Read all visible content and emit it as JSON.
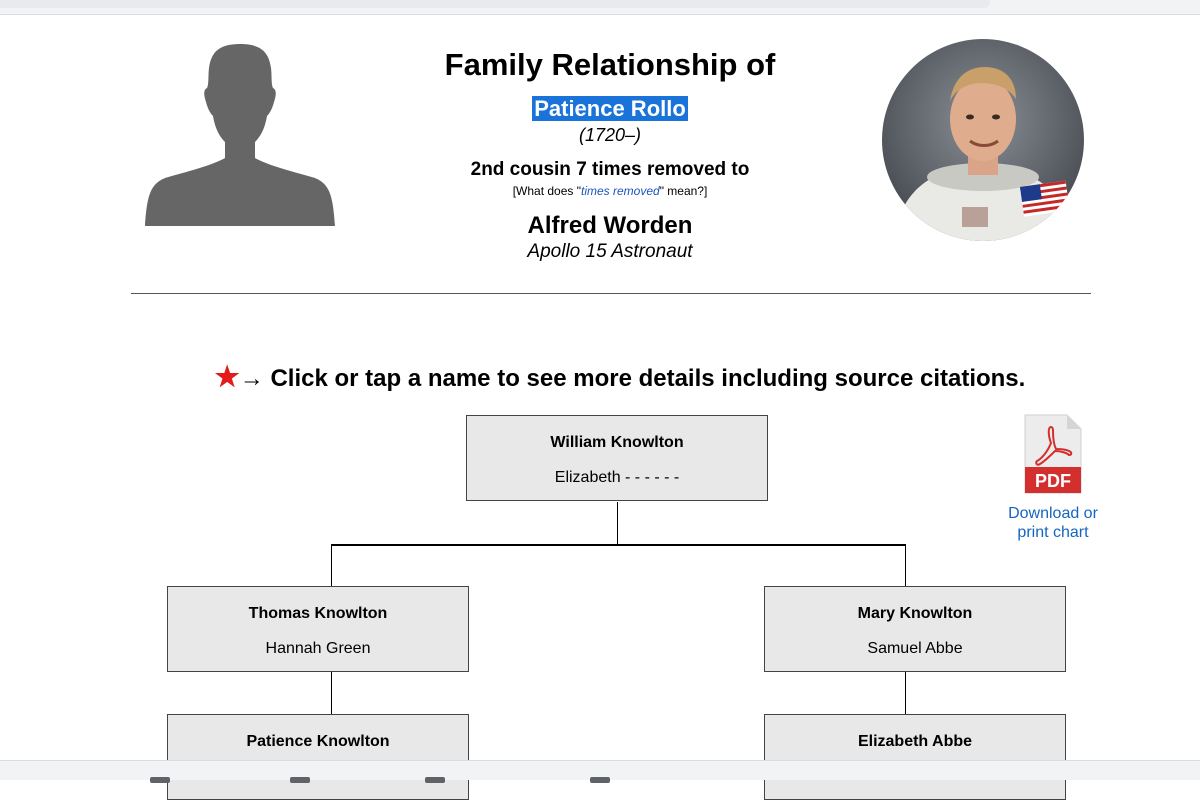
{
  "header": {
    "title": "Family Relationship of",
    "person1_name": "Patience Rollo",
    "person1_dates": "(1720–)",
    "relationship": "2nd cousin 7 times removed to",
    "help_prefix": "[What does \"",
    "help_link": "times removed",
    "help_suffix": "\" mean?]",
    "person2_name": "Alfred Worden",
    "person2_subtitle": "Apollo 15 Astronaut"
  },
  "instructions": {
    "text": "→ Click or tap a name to see more details including source citations."
  },
  "pdf": {
    "label_line1": "Download or",
    "label_line2": "print chart",
    "badge": "PDF"
  },
  "chart": {
    "root": {
      "name": "William Knowlton",
      "spouse": "Elizabeth - - - - - -"
    },
    "left": [
      {
        "name": "Thomas Knowlton",
        "spouse": "Hannah Green"
      },
      {
        "name": "Patience Knowlton",
        "spouse": ""
      }
    ],
    "right": [
      {
        "name": "Mary Knowlton",
        "spouse": "Samuel Abbe"
      },
      {
        "name": "Elizabeth Abbe",
        "spouse": ""
      }
    ]
  },
  "colors": {
    "highlight": "#1a73d9",
    "link": "#1565c0",
    "star": "#e31b1b",
    "box_bg": "#e8e8e8",
    "pdf_red": "#d32f2f"
  }
}
